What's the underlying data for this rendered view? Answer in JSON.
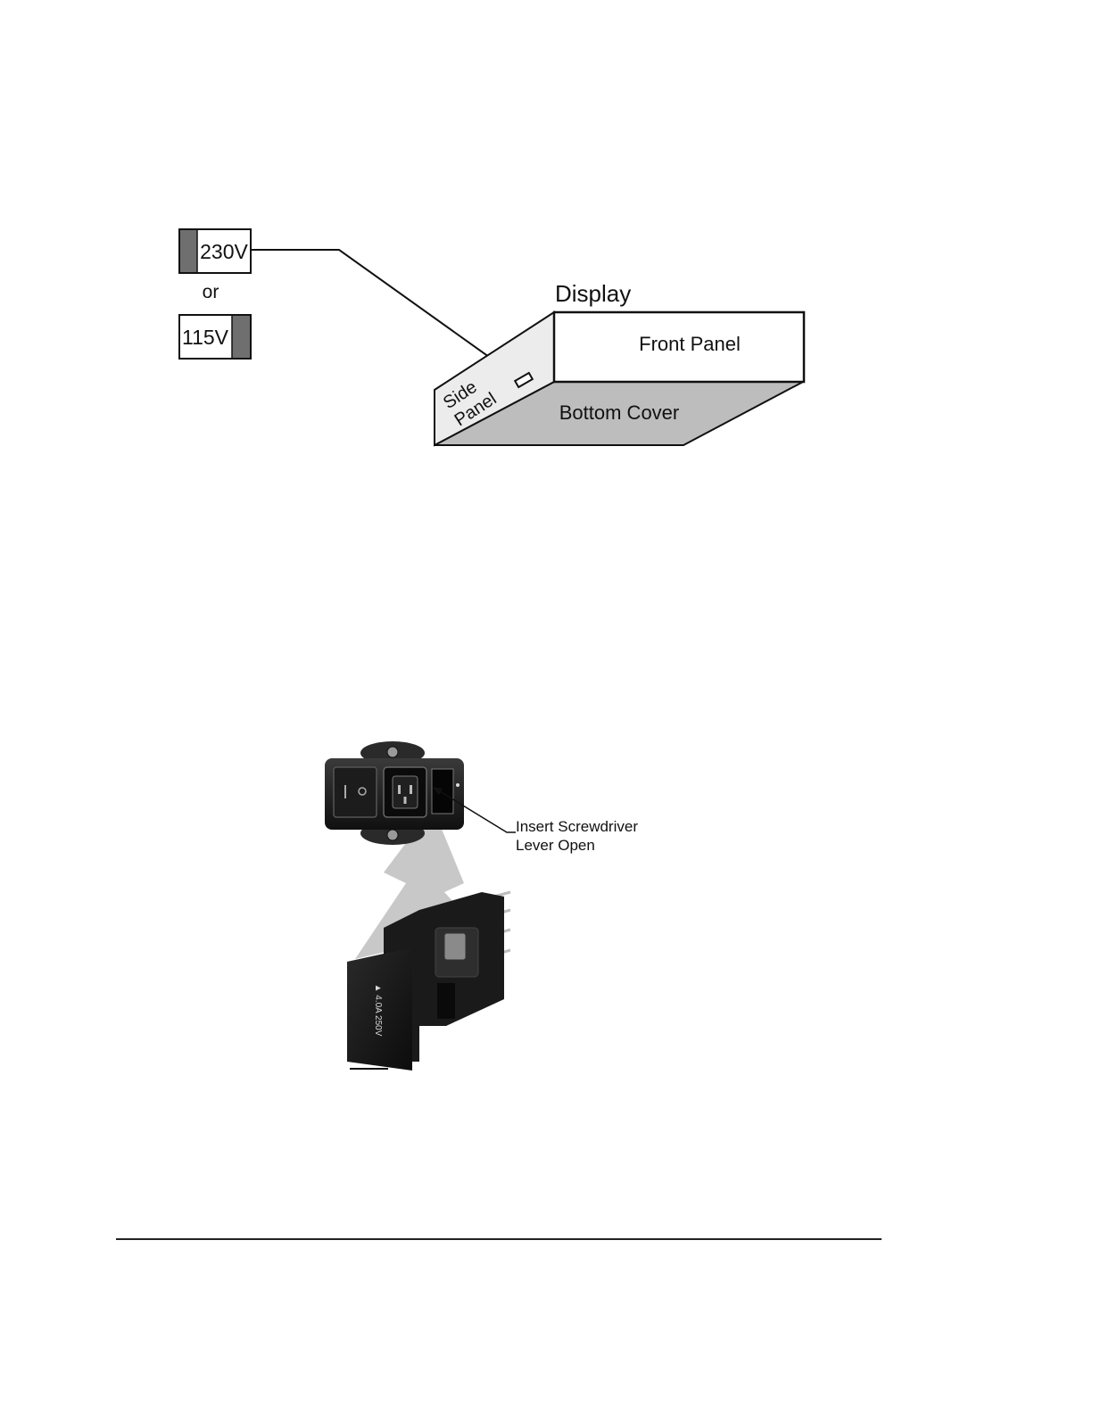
{
  "figure1": {
    "switch_230": "230V",
    "or_text": "or",
    "switch_115": "115V",
    "display": "Display",
    "front_panel": "Front Panel",
    "side_panel_line1": "Side",
    "side_panel_line2": "Panel",
    "bottom_cover": "Bottom Cover"
  },
  "figure2": {
    "callout_line1": "Insert Screwdriver",
    "callout_line2": "Lever Open",
    "drawer_label": "▲ 4.0A 250V"
  },
  "colors": {
    "switch_grey": "#6f6f6f",
    "cover_grey": "#bdbdbd",
    "module_black": "#141414",
    "arrow_grey": "#c8c8c8"
  }
}
